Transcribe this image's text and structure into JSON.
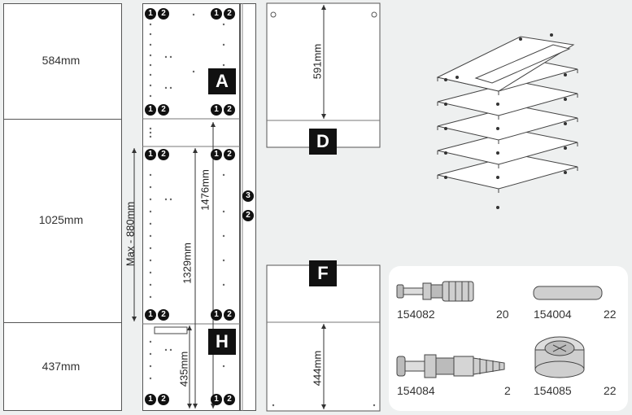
{
  "left_panel": {
    "sections": [
      {
        "label": "584mm"
      },
      {
        "label": "1025mm"
      },
      {
        "label": "437mm"
      }
    ]
  },
  "main_panel": {
    "letters": {
      "a": "A",
      "h": "H"
    },
    "dims": {
      "max": "Max - 880mm",
      "d1476": "1476mm",
      "d1329": "1329mm",
      "d435": "435mm"
    },
    "badges": {
      "one": "1",
      "two": "2",
      "three": "3"
    }
  },
  "right_panel": {
    "letters": {
      "d": "D",
      "f": "F"
    },
    "dims": {
      "d591": "591mm",
      "d444": "444mm"
    }
  },
  "parts": [
    {
      "code": "154082",
      "qty": "20",
      "icon": "cam-bolt-icon"
    },
    {
      "code": "154004",
      "qty": "22",
      "icon": "wooden-dowel-icon"
    },
    {
      "code": "154084",
      "qty": "2",
      "icon": "connector-bolt-icon"
    },
    {
      "code": "154085",
      "qty": "22",
      "icon": "cam-lock-icon"
    }
  ]
}
